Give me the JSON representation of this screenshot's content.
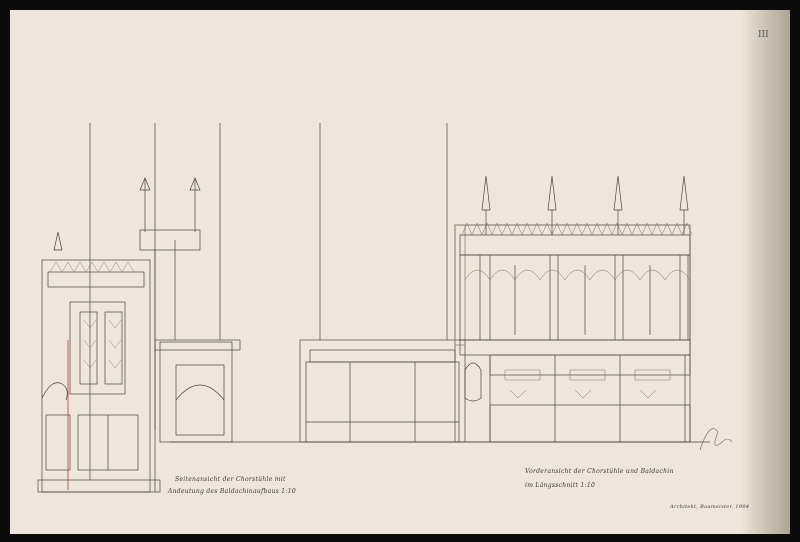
{
  "sheet": {
    "number": "III",
    "caption_left_line1": "Seitenansicht der Chorstühle mit",
    "caption_left_line2": "Andeutung des Baldachinaufbaus 1:10",
    "caption_right_line1": "Vorderansicht der Chorstühle und Baldachin",
    "caption_right_line2": "im Längsschnitt 1:10",
    "signature": "Architekt, Baumeister, 1904",
    "colors": {
      "paper": "#eee7d9",
      "ink": "#4a443c",
      "accent_red": "#b04030",
      "border": "#0b0b0b"
    }
  }
}
